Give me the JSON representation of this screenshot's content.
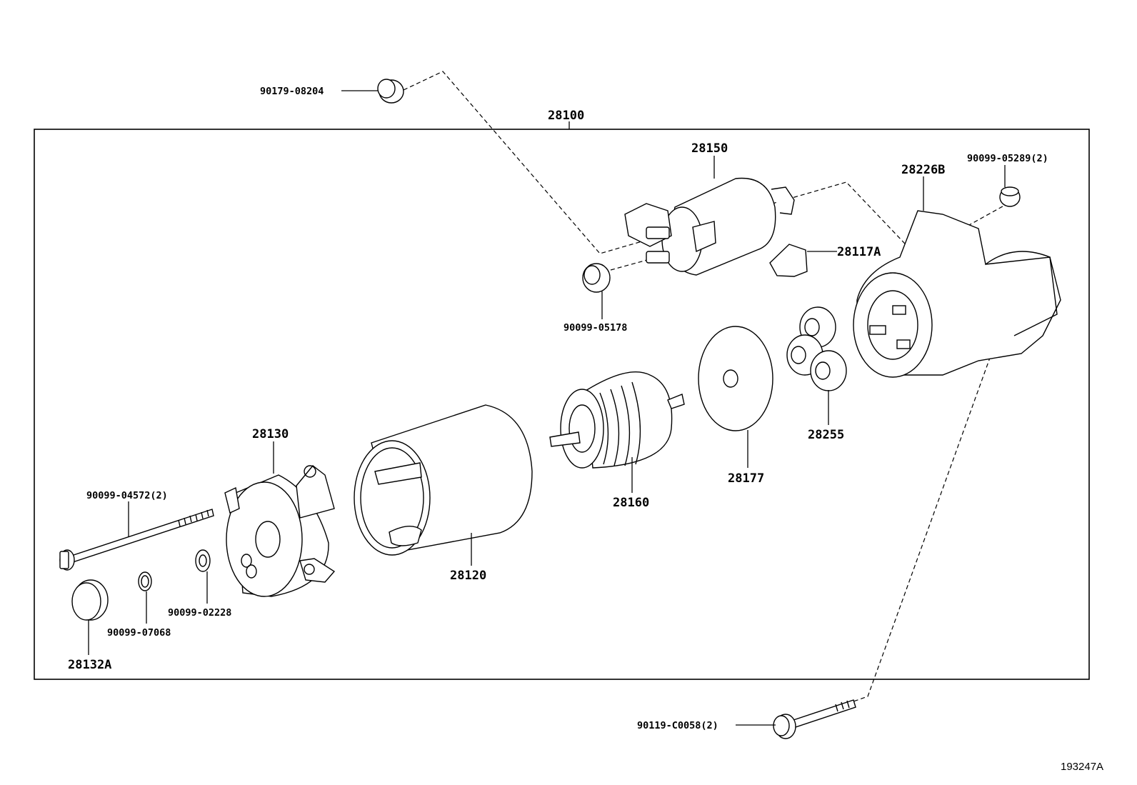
{
  "assembly": {
    "label": "28100"
  },
  "reference_code": "193247A",
  "parts": {
    "bolt_top": "90179-08204",
    "solenoid": "28150",
    "nut_solenoid": "90099-05289(2)",
    "housing": "28226B",
    "lever": "28117A",
    "nut_terminal": "90099-05178",
    "planet_gears": "28255",
    "plate": "28177",
    "armature": "28160",
    "yoke": "28120",
    "end_frame": "28130",
    "through_bolt": "90099-04572(2)",
    "washer": "90099-02228",
    "clip": "90099-07068",
    "cap": "28132A",
    "mount_bolt": "90119-C0058(2)"
  }
}
